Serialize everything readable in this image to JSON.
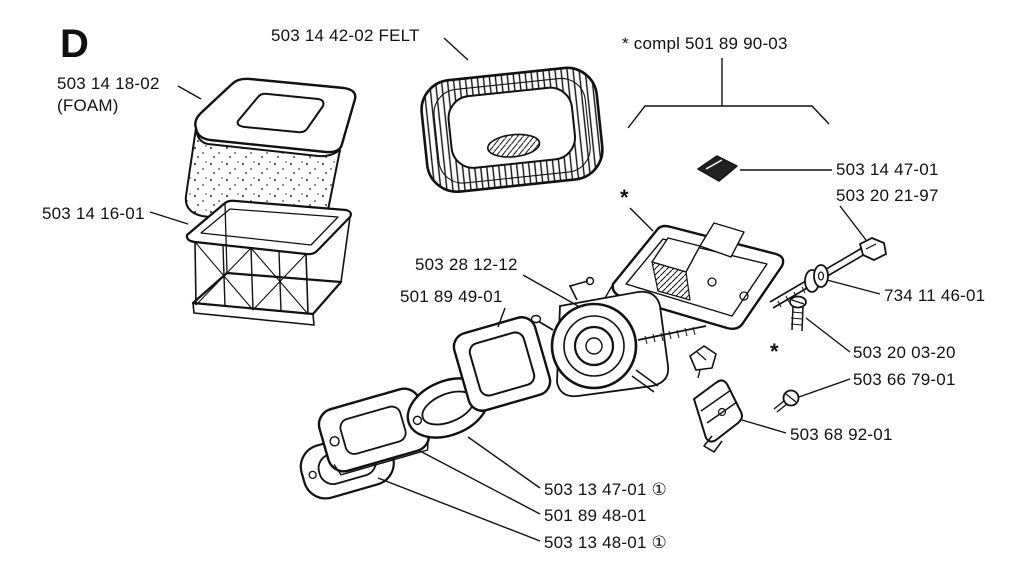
{
  "diagram": {
    "section_letter": "D",
    "labels": {
      "foam_part": "503 14 18-02",
      "foam_note": "(FOAM)",
      "felt": "503 14 42-02 FELT",
      "assembly_note": "* compl 501 89 90-03",
      "filter_base": "503 14 16-01",
      "inlet_valve": "503 14 47-01",
      "bolt": "503 20 21-97",
      "washer": "734 11 46-01",
      "carburetor": "503 28 12-12",
      "carb_gasket": "501 89 49-01",
      "screw_carb": "503 20 03-20",
      "screw_pump": "503 66 79-01",
      "pump_assembly": "503 68 92-01",
      "gasket_upper": "503 13 47-01 ①",
      "manifold": "501 89 48-01",
      "gasket_lower": "503 13 48-01 ①",
      "asterisk_holder": "*",
      "asterisk_pump": "*"
    }
  }
}
